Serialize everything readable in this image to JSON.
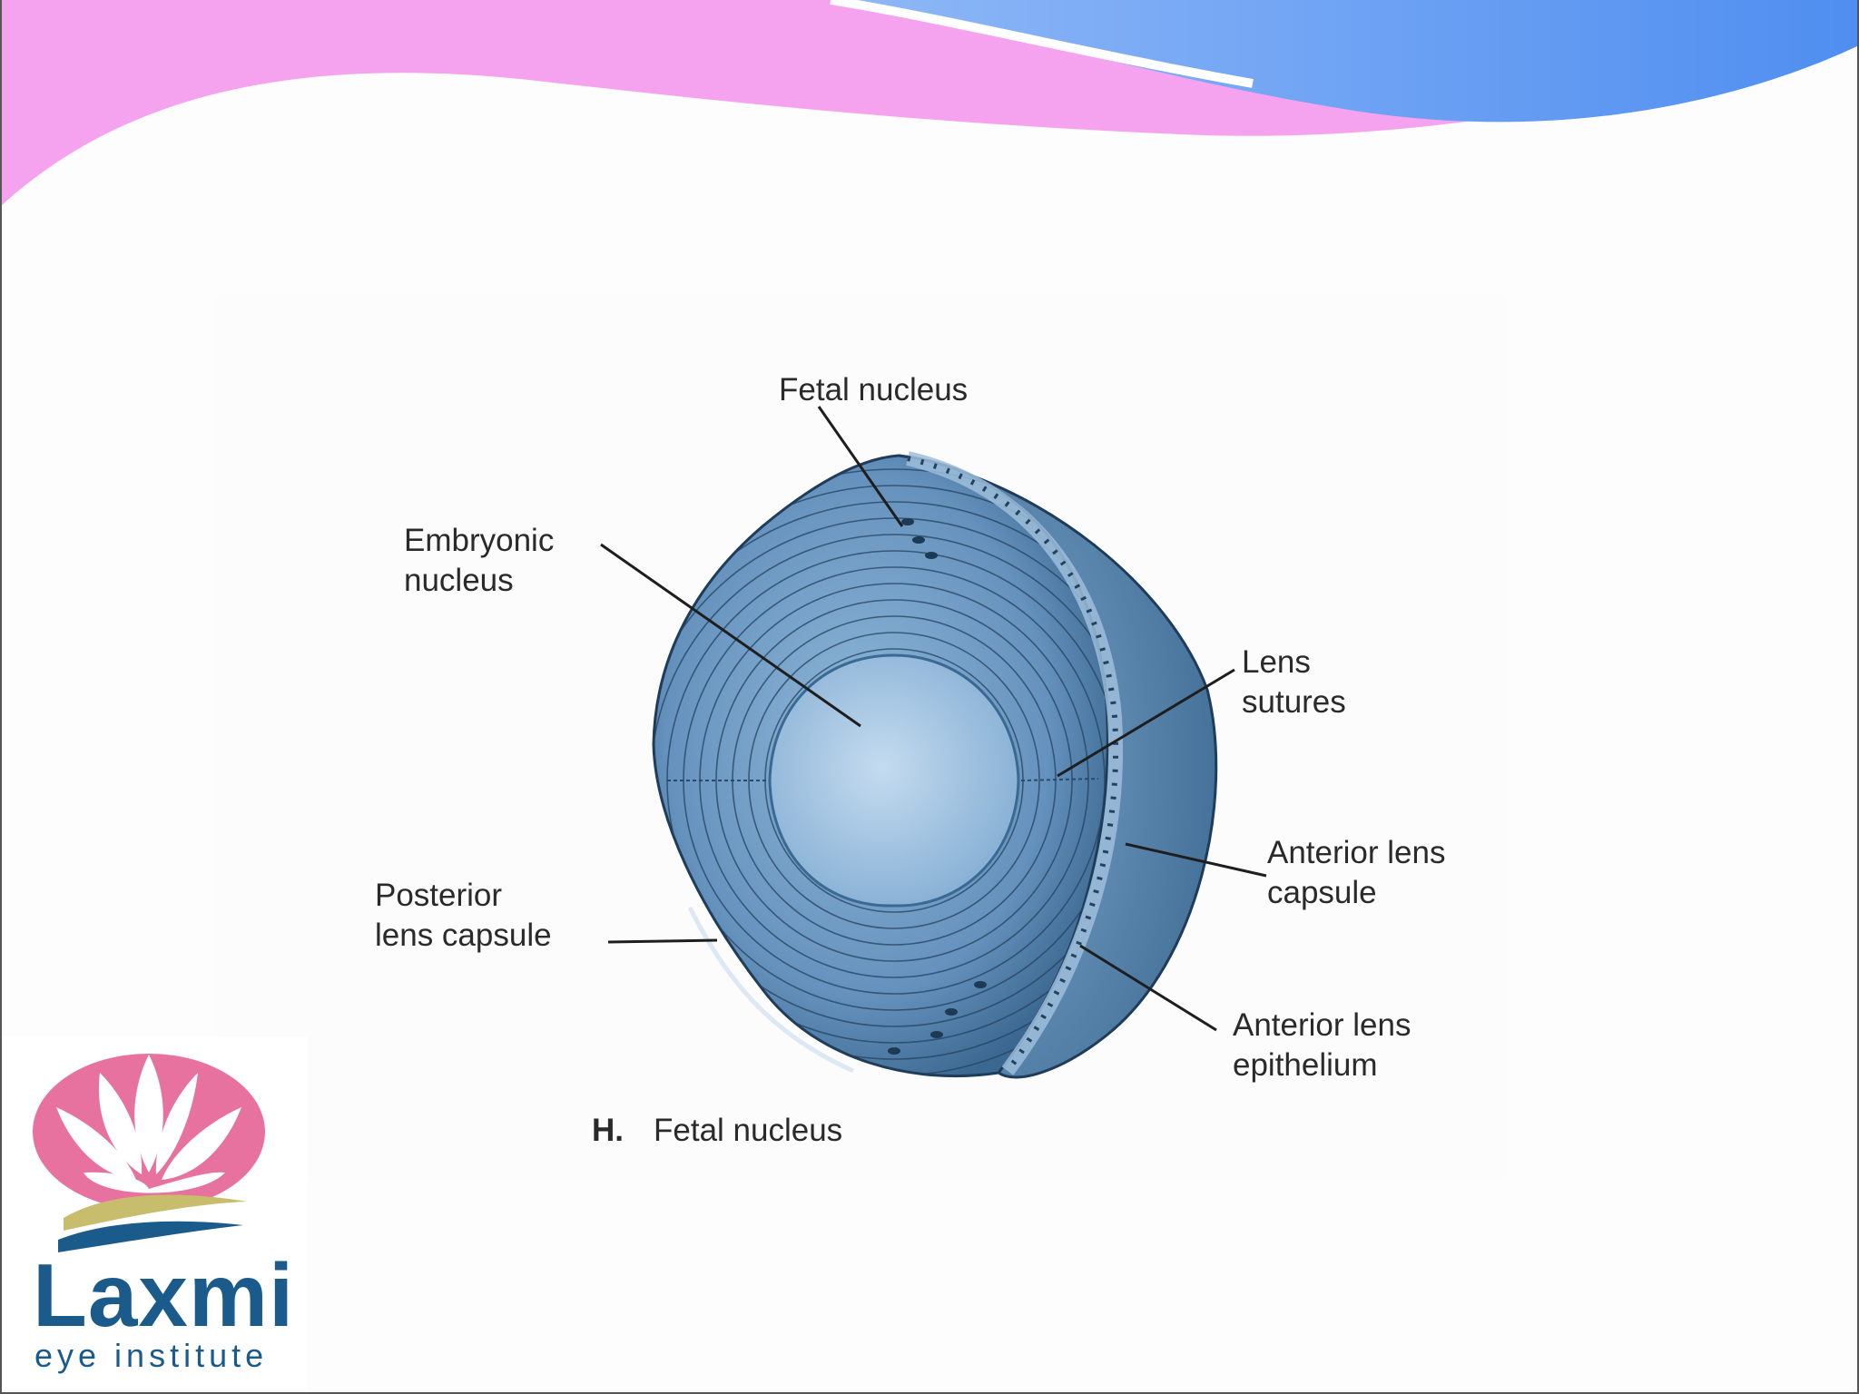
{
  "diagram": {
    "labels": {
      "fetal_nucleus": "Fetal nucleus",
      "embryonic_nucleus_1": "Embryonic",
      "embryonic_nucleus_2": "nucleus",
      "lens_sutures_1": "Lens",
      "lens_sutures_2": "sutures",
      "anterior_capsule_1": "Anterior lens",
      "anterior_capsule_2": "capsule",
      "posterior_capsule_1": "Posterior",
      "posterior_capsule_2": "lens capsule",
      "anterior_epithelium_1": "Anterior lens",
      "anterior_epithelium_2": "epithelium"
    },
    "caption": {
      "letter": "H.",
      "text": "Fetal nucleus"
    }
  },
  "logo": {
    "name": "Laxmi",
    "tagline": "eye institute"
  },
  "colors": {
    "banner_pink": "#f5a3ef",
    "banner_blue": "#5f9af2",
    "lens_blue": "#5f8fbb",
    "lens_dark": "#2f5a80",
    "nucleus_light": "#a9c9e4",
    "logo_pink": "#e7729f",
    "logo_gold": "#c8bd6c",
    "logo_navy": "#1a5b8c"
  }
}
